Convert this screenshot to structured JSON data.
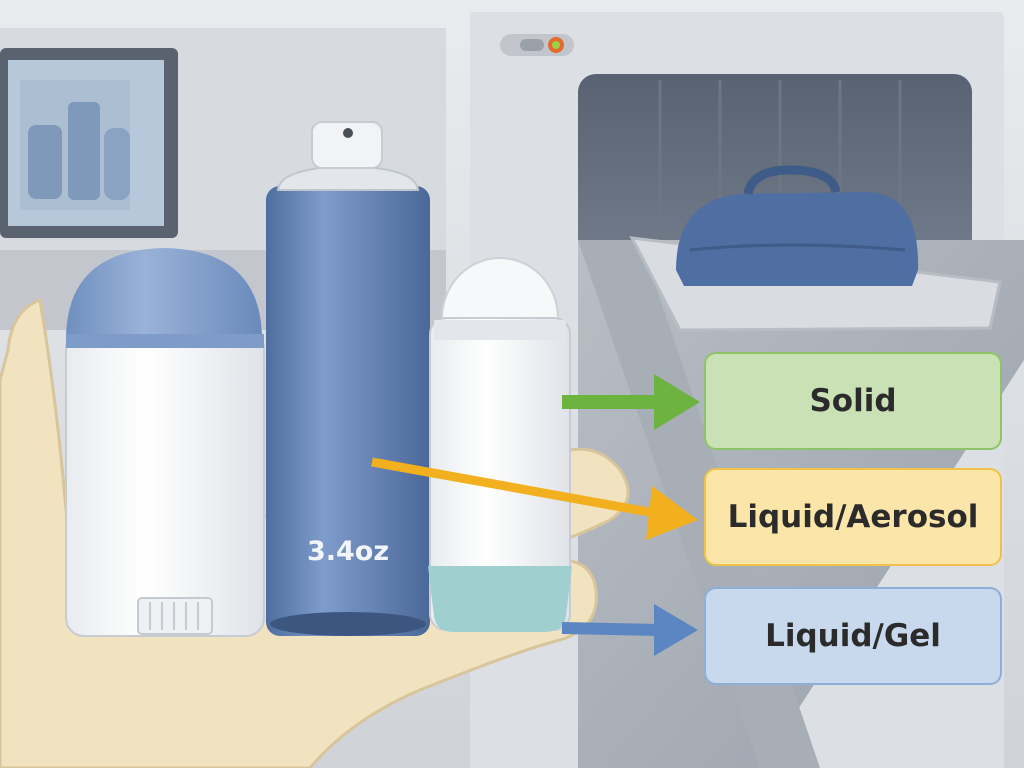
{
  "products": {
    "aerosol_size": "3.4oz"
  },
  "categories": [
    {
      "label": "Solid",
      "color": "#6db33f"
    },
    {
      "label": "Liquid/Aerosol",
      "color": "#f2b01e"
    },
    {
      "label": "Liquid/Gel",
      "color": "#5b86c2"
    }
  ]
}
